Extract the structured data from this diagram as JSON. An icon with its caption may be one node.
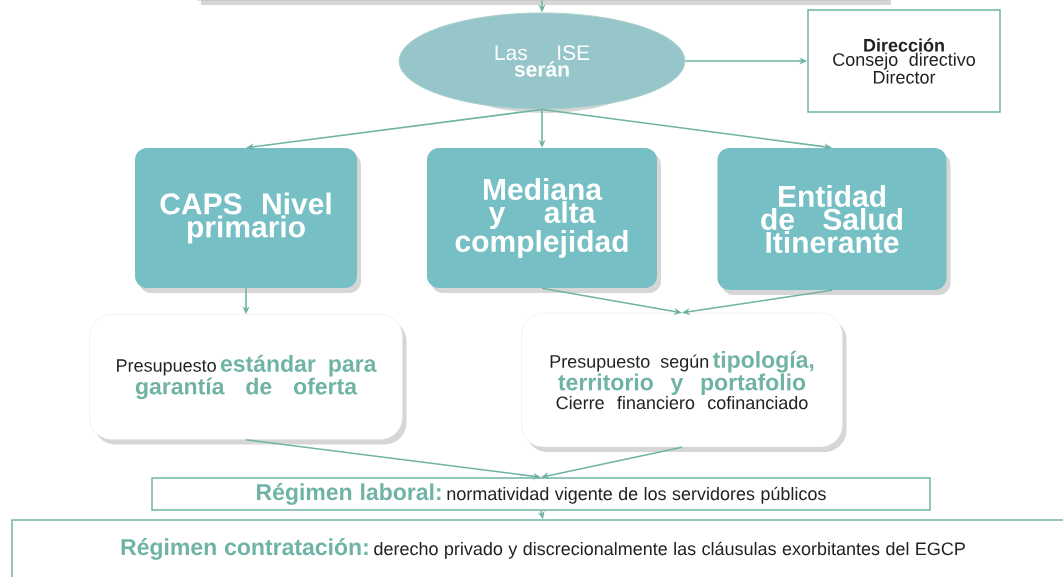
{
  "diagram": {
    "nodes": [
      {
        "text": [],
        "shape": "box"
      },
      {
        "text": [
          "Las ISE",
          "serán"
        ]
      },
      {
        "text": [
          "Dirección",
          "Consejo directivo",
          "Director"
        ]
      },
      {
        "text": [
          "CAPS Nivel primario"
        ]
      },
      {
        "text": [
          "Mediana y alta complejidad"
        ]
      },
      {
        "text": [
          "Entidad de Salud Itinerante"
        ]
      },
      {
        "text": [
          "Presupuesto",
          "estándar para garantía de oferta"
        ]
      },
      {
        "text": [
          "Presupuesto según",
          "tipología, territorio y portafolio",
          "Cierre financiero cofinanciado"
        ]
      },
      {
        "text": [
          "Régimen laboral:",
          "normatividad vigente de los servidores públicos"
        ]
      },
      {
        "text": [
          "Régimen contratación:",
          "derecho privado y discrecionalmente las cláusulas exorbitantes del EGCP"
        ]
      }
    ],
    "edges": [
      {
        "from": 0,
        "to": 1,
        "arrow": "to"
      },
      {
        "from": 1,
        "to": 2,
        "arrow": "to"
      },
      {
        "from": 1,
        "to": 3,
        "arrow": "to"
      },
      {
        "from": 1,
        "to": 4,
        "arrow": "to"
      },
      {
        "from": 1,
        "to": 5,
        "arrow": "to"
      },
      {
        "from": 3,
        "to": 6,
        "arrow": "to"
      },
      {
        "from": 4,
        "to": 7,
        "arrow": "to"
      },
      {
        "from": 5,
        "to": 7,
        "arrow": "to"
      },
      {
        "from": 6,
        "to": 8,
        "arrow": "to"
      },
      {
        "from": 7,
        "to": 8,
        "arrow": "to"
      },
      {
        "from": 8,
        "to": 9,
        "arrow": "to"
      }
    ]
  }
}
